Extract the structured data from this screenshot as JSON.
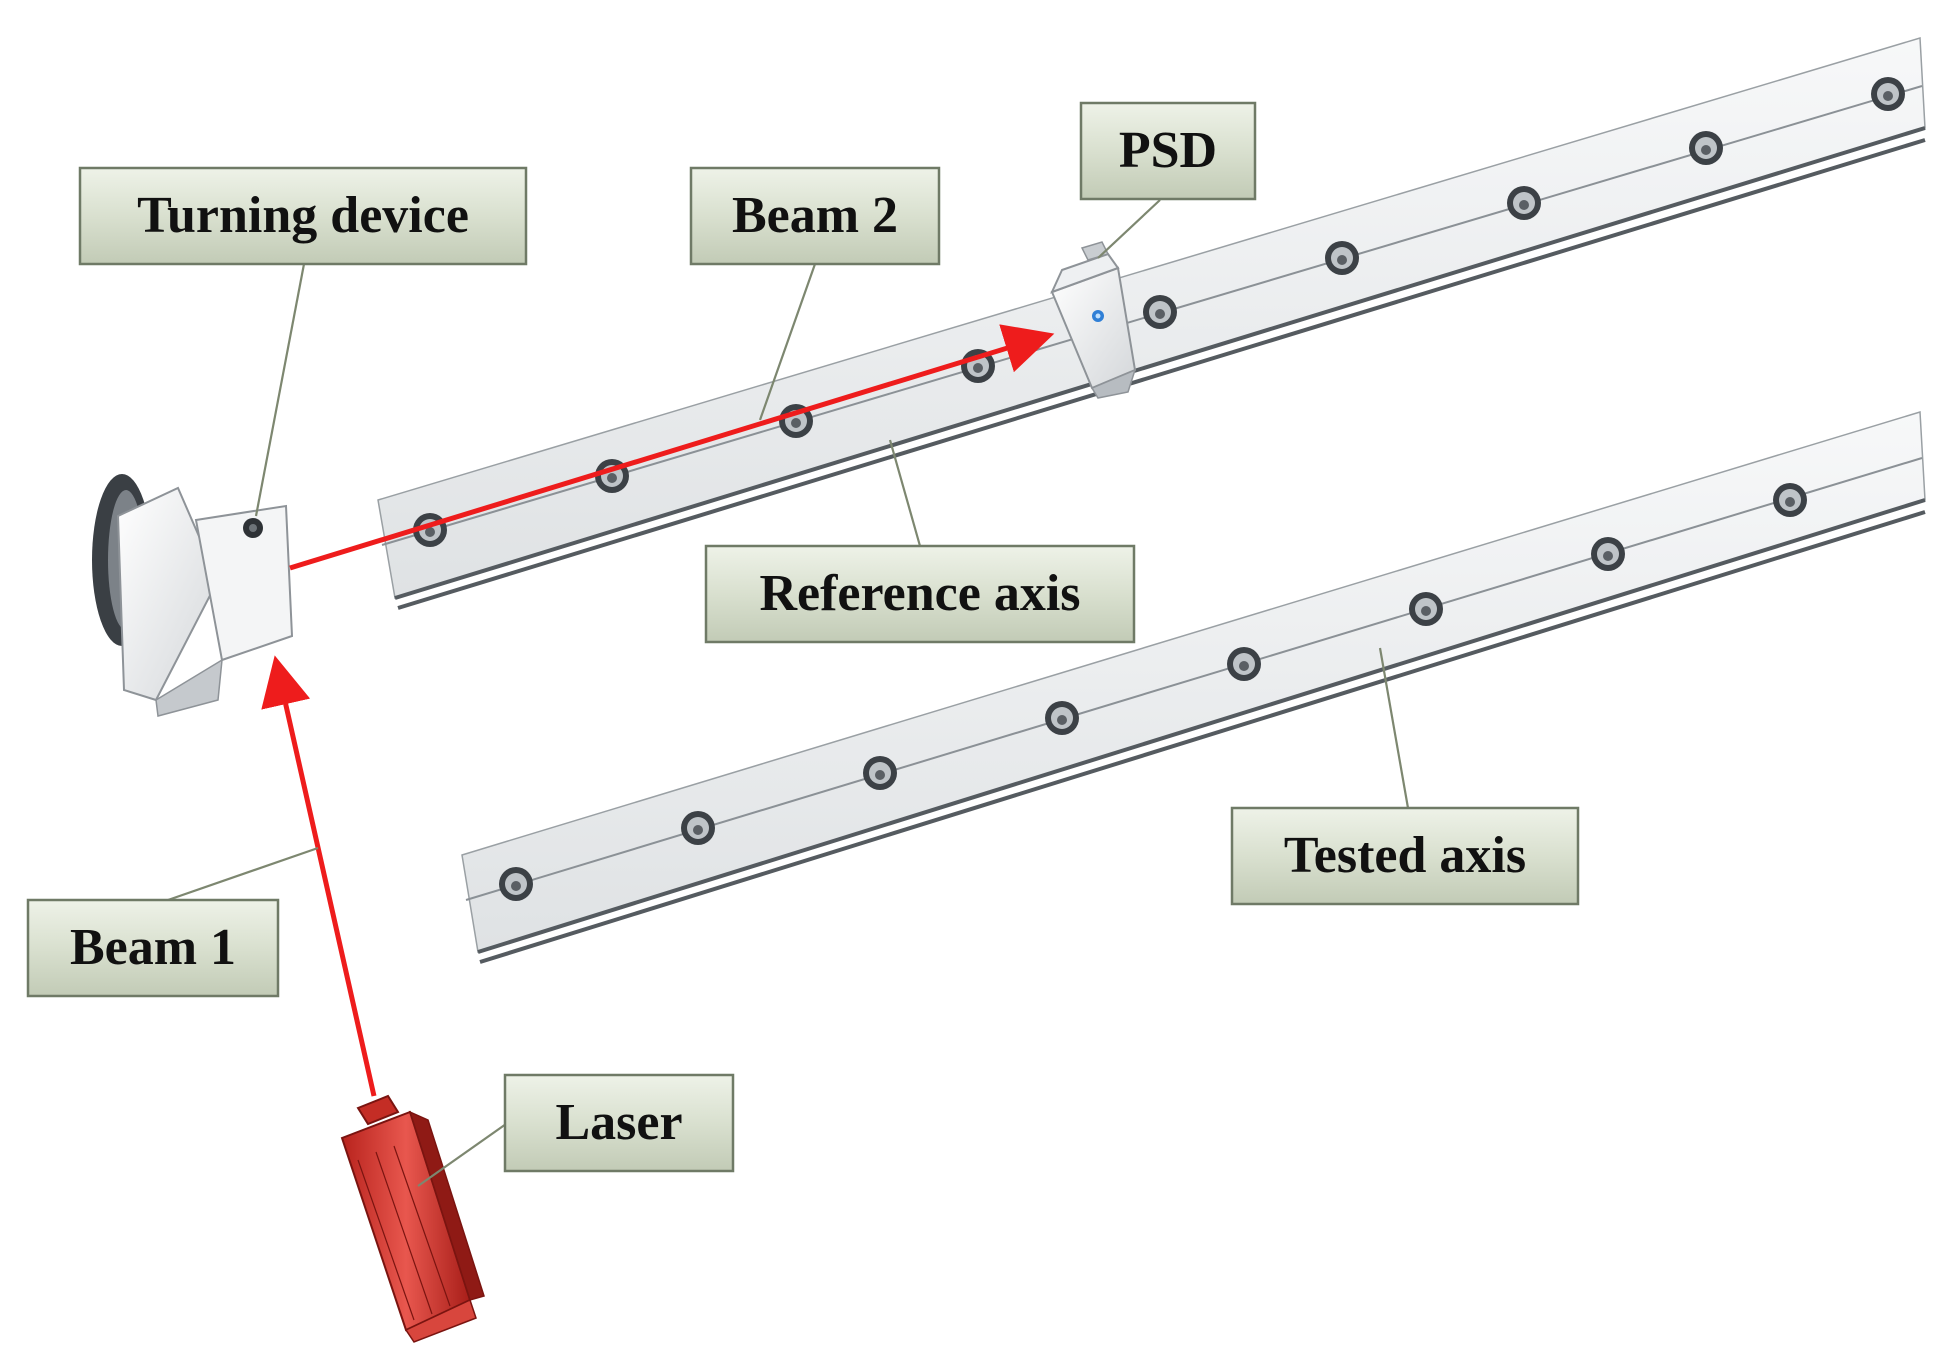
{
  "diagram": {
    "labels": {
      "turning_device": "Turning device",
      "beam_2": "Beam 2",
      "psd": "PSD",
      "reference_axis": "Reference axis",
      "tested_axis": "Tested axis",
      "beam_1": "Beam 1",
      "laser": "Laser"
    },
    "colors": {
      "beam": "#ee1c1c",
      "label_box": "#d9e0cf",
      "label_border": "#6f7a66",
      "rail": "#e9ebec",
      "laser_body": "#e0483f"
    }
  }
}
